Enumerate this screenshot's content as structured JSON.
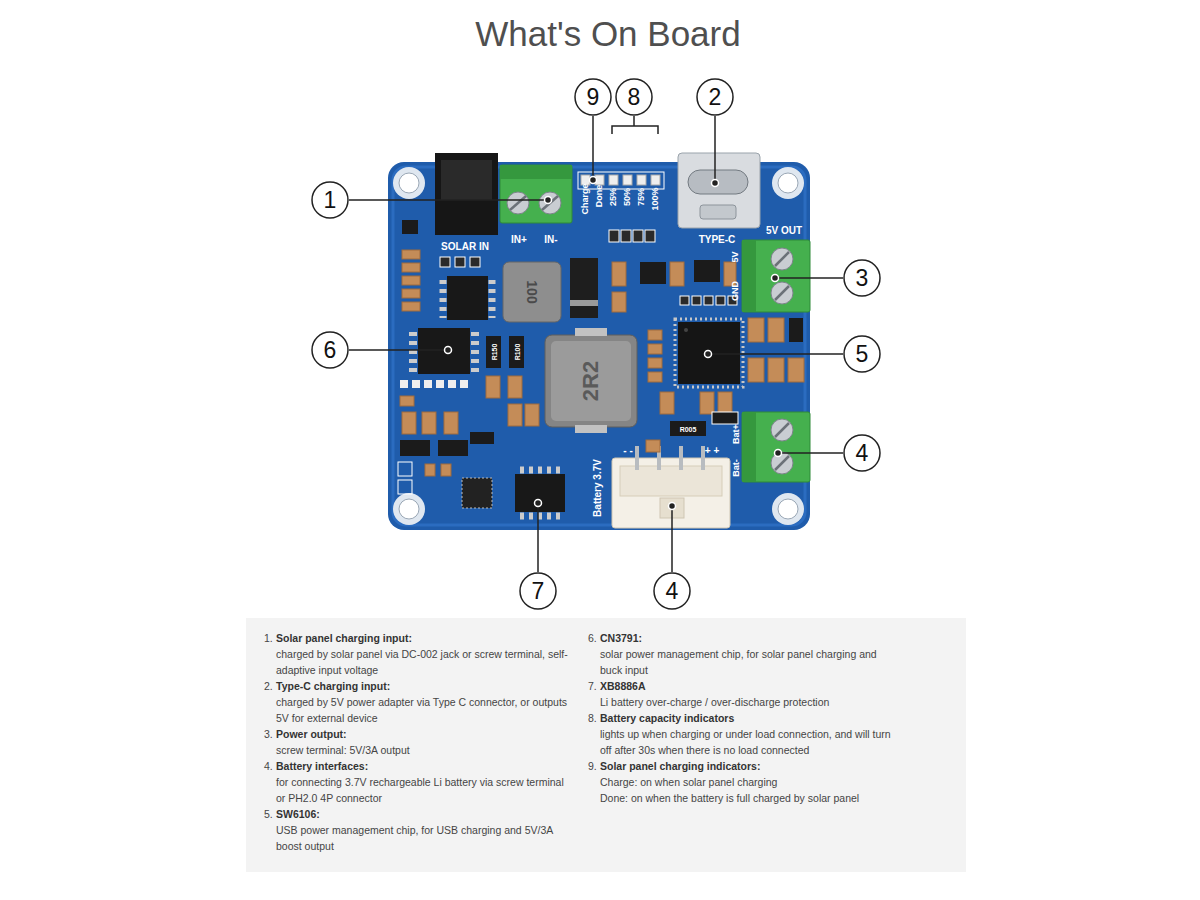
{
  "diagram": {
    "title": "What's On Board",
    "nodes": [
      {
        "text": [
          "9"
        ]
      },
      {
        "text": [
          "8"
        ]
      },
      {
        "text": [
          "2"
        ]
      },
      {
        "text": [
          "1"
        ]
      },
      {
        "text": [
          "3"
        ]
      },
      {
        "text": [
          "6"
        ]
      },
      {
        "text": [
          "5"
        ]
      },
      {
        "text": [
          "4"
        ]
      },
      {
        "text": [
          "7"
        ]
      },
      {
        "text": [
          "4"
        ]
      },
      {
        "text": [
          "1.",
          "Solar panel charging input:",
          "charged by solar panel via DC-002 jack or screw terminal, self-adaptive input voltage",
          "2.",
          "Type-C charging input:",
          "charged by 5V power adapter via Type C connector, or outputs 5V for external device",
          "3.",
          "Power output:",
          "screw terminal: 5V/3A output",
          "4.",
          "Battery interfaces:",
          "for connecting 3.7V rechargeable Li battery via screw terminal or PH2.0 4P connector",
          "5.",
          "SW6106:",
          "USB power management chip, for USB charging and 5V/3A boost output",
          "6.",
          "CN3791:",
          "solar power management chip, for solar panel charging and buck input",
          "7.",
          "XB8886A",
          "Li battery over-charge / over-discharge protection",
          "8.",
          "Battery capacity indicators",
          "lights up when charging or under load connection, and will turn off after 30s when there is no load connected",
          "9.",
          "Solar panel charging indicators:",
          "Charge: on when solar panel charging",
          "Done: on when the battery is full charged by solar panel"
        ]
      }
    ],
    "labels": [
      "Charge",
      "Done",
      "25%",
      "50%",
      "75%",
      "100%",
      "TYPE-C",
      "5V OUT",
      "SOLAR IN",
      "IN+",
      "IN-",
      "5V",
      "GND",
      "100",
      "R150",
      "R100",
      "2R2",
      "R005",
      "- -",
      "+ +",
      "Bat+",
      "Bat-",
      "Battery 3.7V"
    ]
  }
}
